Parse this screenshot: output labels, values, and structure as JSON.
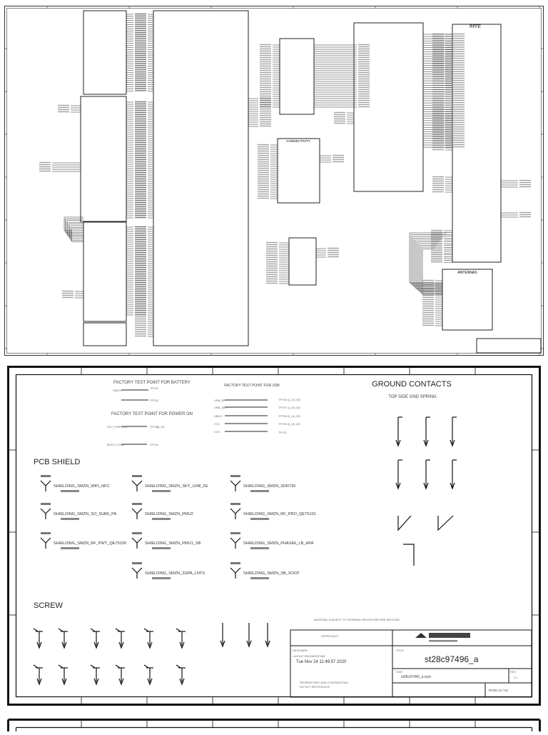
{
  "sheet1": {
    "blocks": {
      "rffe": "RFFE",
      "connectivity": "CONNECTIVITY",
      "antennas": "ANTENNAS"
    }
  },
  "sheet2": {
    "factory_battery": "FACTORY TEST POINT FOR BATTERY",
    "factory_usb": "FACTORY TEST POINT FOR USB",
    "factory_power": "FACTORY TEST POINT FOR POWER ON",
    "ground_contacts": "GROUND CONTACTS",
    "top_side_gnd_spring": "TOP SIDE GND SPRING",
    "pcb_shield": "PCB SHIELD",
    "screw": "SCREW",
    "shields": [
      "SHIELDING_SMZN_WIFI_NFC",
      "SHIELDING_SMZN_SKY_UHB_FE",
      "SHIELDING_SMZN_SDR735",
      "SHIELDING_SMZN_SO_SUB6_PA",
      "SHIELDING_SMZN_PMU2",
      "SHIELDING_SMZN_RF_PRO_QET5101",
      "SHIELDING_SMZN_RF_PWT_QET5100",
      "SHIELDING_SMZN_PMU1_SB",
      "SHIELDING_SMZN_PHASE6_LB_HPA",
      "SHIELDING_SMZN_2GPA_LNTS",
      "SHIELDING_SMZN_SB_SOCP"
    ],
    "title_block": {
      "doc_number": "st28c97496_a",
      "file_name": "st28c97496_a.sym",
      "date": "Tue Nov 24 11:48:57 2020",
      "page": "PAGE 21 / 81"
    }
  }
}
